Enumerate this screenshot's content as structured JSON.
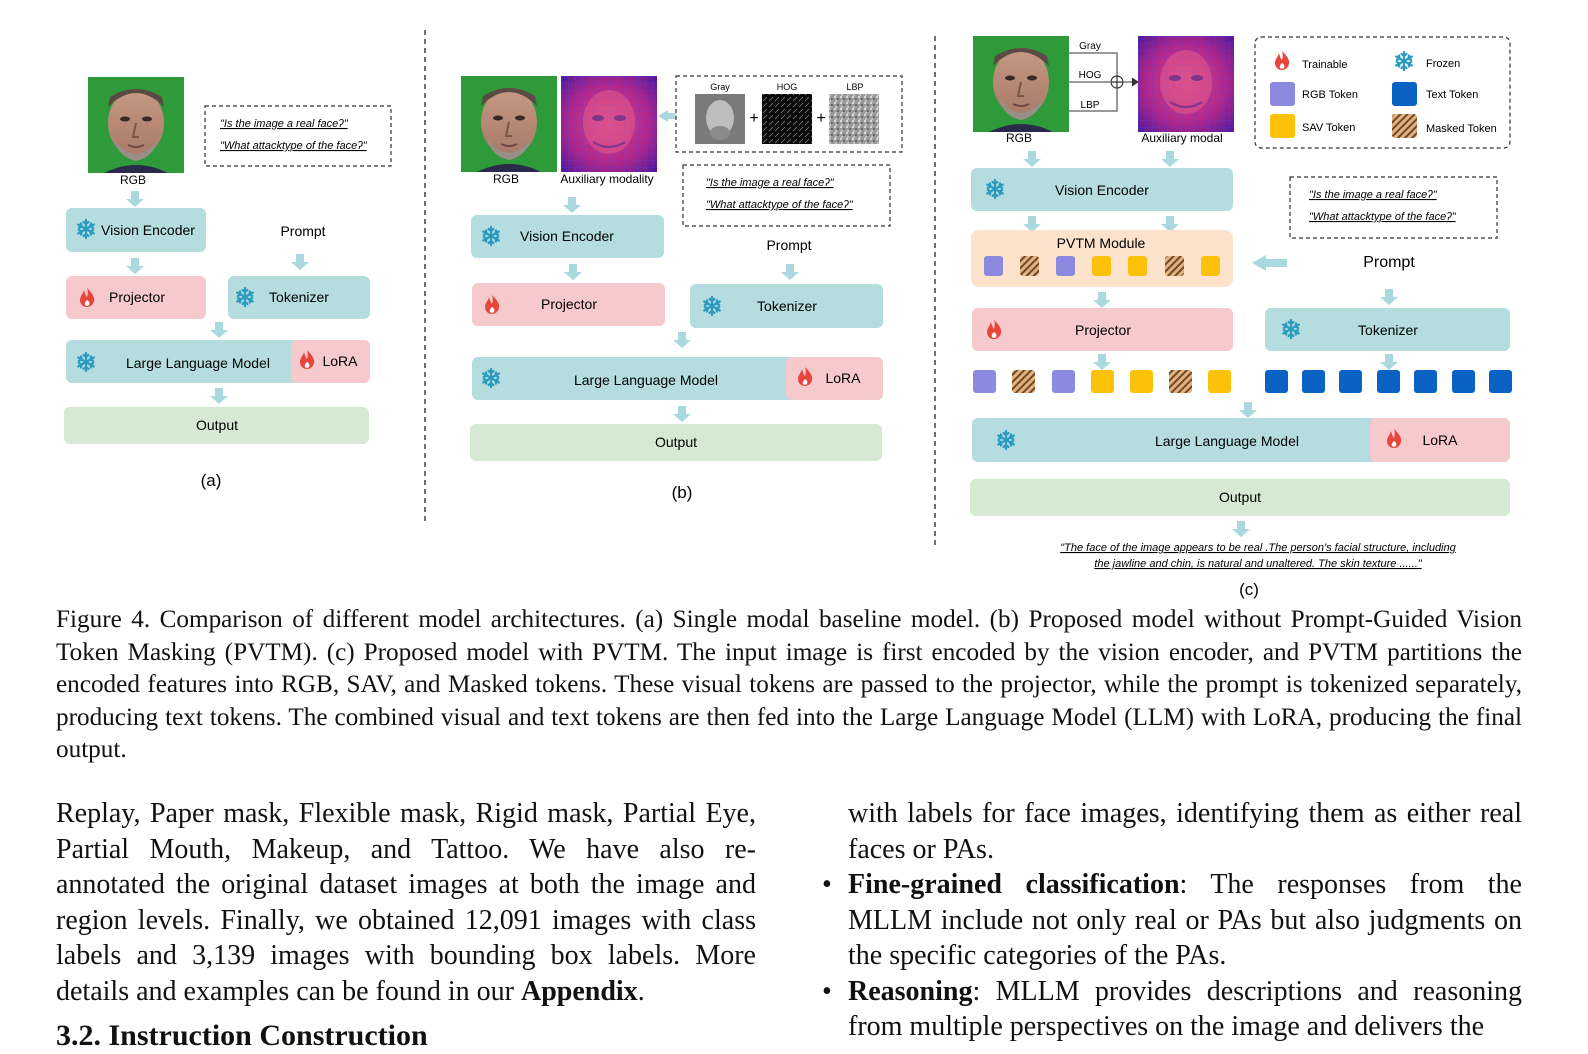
{
  "figure": {
    "panel_a": {
      "rgb_label": "RGB",
      "prompt_q1": "\"Is the image a real faceʔ\"",
      "prompt_q2": "\"What attacktype of the faceʔ\"",
      "prompt_label": "Prompt",
      "vision_encoder": "Vision Encoder",
      "projector": "Projector",
      "tokenizer": "Tokenizer",
      "llm": "Large Language Model",
      "lora": "LoRA",
      "output": "Output",
      "sublabel": "(a)"
    },
    "panel_b": {
      "rgb_label": "RGB",
      "aux_label": "Auxiliary modality",
      "gray_label": "Gray",
      "hog_label": "HOG",
      "lbp_label": "LBP",
      "prompt_q1": "\"Is the image a real faceʔ\"",
      "prompt_q2": "\"What attacktype of the faceʔ\"",
      "prompt_label": "Prompt",
      "vision_encoder": "Vision Encoder",
      "projector": "Projector",
      "tokenizer": "Tokenizer",
      "llm": "Large Language Model",
      "lora": "LoRA",
      "output": "Output",
      "sublabel": "(b)"
    },
    "panel_c": {
      "rgb_label": "RGB",
      "aux_label": "Auxiliary modal",
      "gray_label": "Gray",
      "hog_label": "HOG",
      "lbp_label": "LBP",
      "legend": {
        "trainable": "Trainable",
        "frozen": "Frozen",
        "rgb_token": "RGB Token",
        "text_token": "Text Token",
        "sav_token": "SAV Token",
        "masked_token": "Masked Token"
      },
      "prompt_q1": "\"Is the image a real faceʔ\"",
      "prompt_q2": "\"What attacktype of the faceʔ\"",
      "prompt_label": "Prompt",
      "vision_encoder": "Vision Encoder",
      "pvtm_module": "PVTM Module",
      "projector": "Projector",
      "tokenizer": "Tokenizer",
      "llm": "Large Language Model",
      "lora": "LoRA",
      "output": "Output",
      "response_line1": "\"The face of the image appears to be real .The person's facial structure, including",
      "response_line2": "the jawline and chin, is natural and unaltered.  The skin texture ......\"",
      "sublabel": "(c)"
    },
    "colors": {
      "teal": "#b5dde0",
      "pink": "#f6c9cc",
      "green": "#d5e9d3",
      "peach": "#fde3cc",
      "arrow": "#a9d9df",
      "rgb_token": "#8c8ae0",
      "sav_token": "#fcc10a",
      "text_token": "#0a63c4",
      "flame": "#e8453c",
      "snow": "#2a9bbf"
    }
  },
  "caption": "Figure 4.  Comparison of different model architectures.  (a) Single modal baseline model.  (b) Proposed model without Prompt-Guided Vision Token Masking (PVTM). (c) Proposed model with PVTM. The input image is first encoded by the vision encoder, and PVTM partitions the encoded features into RGB, SAV, and Masked tokens. These visual tokens are passed to the projector, while the prompt is tokenized separately, producing text tokens. The combined visual and text tokens are then fed into the Large Language Model (LLM) with LoRA, producing the final output.",
  "left_column": {
    "text_before_bold": "Replay, Paper mask, Flexible mask, Rigid mask, Partial Eye, Partial Mouth, Makeup, and Tattoo.  We have also re-annotated the original dataset images at both the image and region levels. Finally, we obtained 12,091 images with class labels and 3,139 images with bounding box labels.  More details and examples can be found in our ",
    "bold": "Appendix",
    "text_after_bold": "."
  },
  "section_heading": "3.2. Instruction Construction",
  "right_column": {
    "intro": "with labels for face images, identifying them as either real faces or PAs.",
    "bullets": [
      {
        "term": "Fine-grained classification",
        "text": ":  The responses from the MLLM include not only real or PAs but also judgments on the specific categories of the PAs."
      },
      {
        "term": "Reasoning",
        "text": ": MLLM provides descriptions and reasoning from multiple perspectives on the image and delivers the"
      }
    ]
  }
}
